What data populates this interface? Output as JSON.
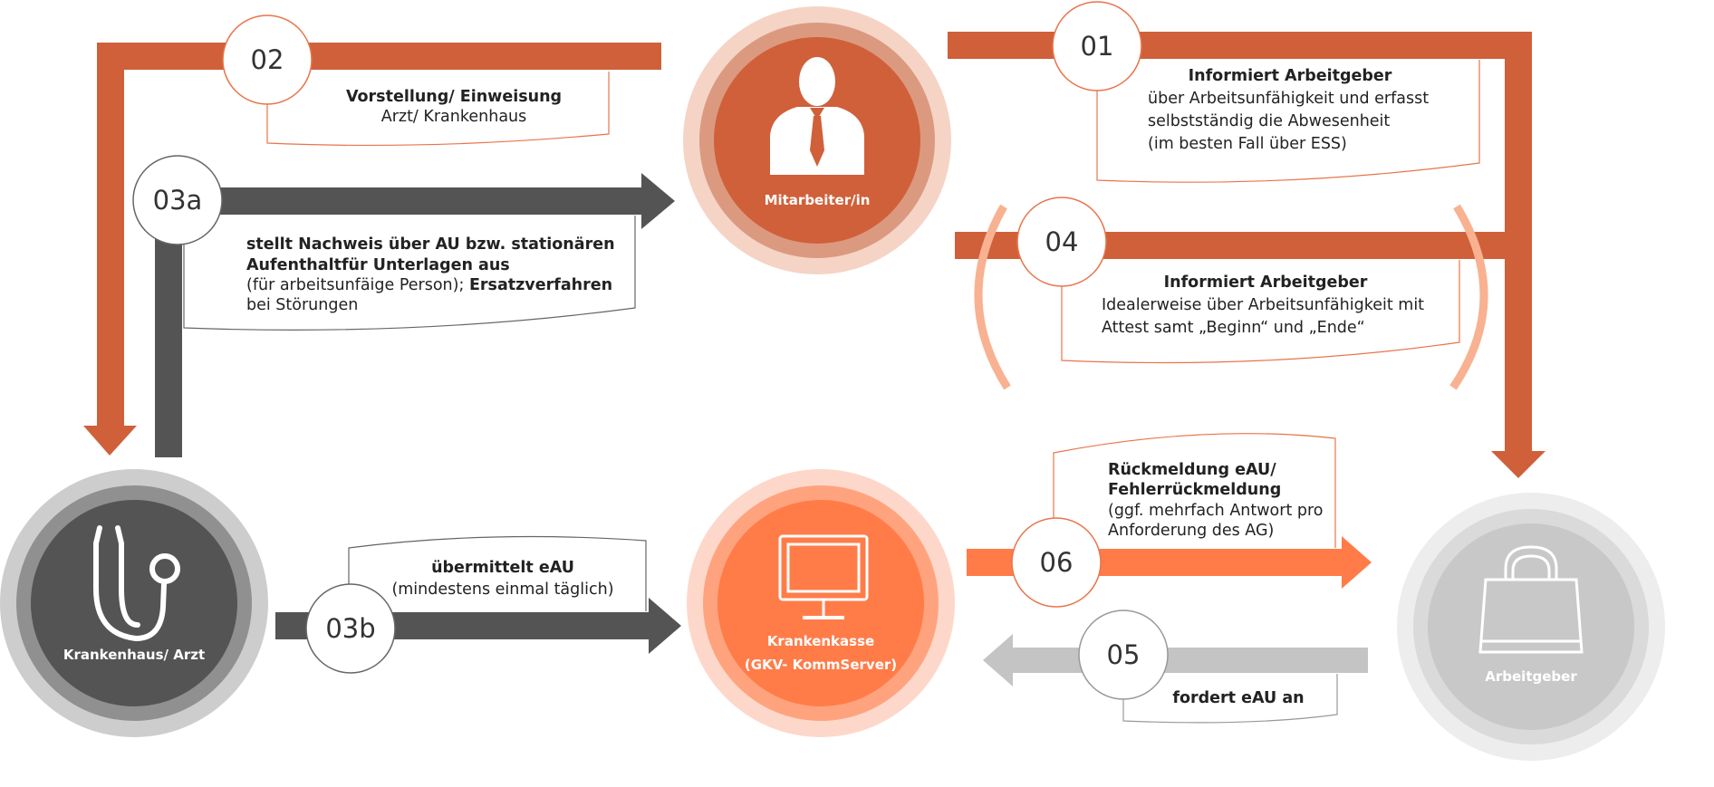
{
  "colors": {
    "orange_dark": "#D0603A",
    "orange_light": "#FF7C49",
    "gray_dark": "#545454",
    "gray_light": "#C4C4C4",
    "brackets": "#F8B291"
  },
  "nodes": {
    "employee": {
      "label": "Mitarbeiter/in",
      "icon": "businessman-icon"
    },
    "hospital": {
      "label": "Krankenhaus/ Arzt",
      "icon": "stethoscope-icon"
    },
    "insurance": {
      "label_line1": "Krankenkasse",
      "label_line2": "(GKV- KommServer)",
      "icon": "monitor-icon"
    },
    "employer": {
      "label": "Arbeitgeber",
      "icon": "briefcase-icon"
    }
  },
  "steps": {
    "s01": {
      "number": "01",
      "title": "Informiert Arbeitgeber",
      "line1": "über Arbeitsunfähigkeit und erfasst",
      "line2": "selbstständig die Abwesenheit",
      "line3": "(im besten Fall über ESS)"
    },
    "s02": {
      "number": "02",
      "title": "Vorstellung/ Einweisung",
      "line1": "Arzt/ Krankenhaus"
    },
    "s03a": {
      "number": "03a",
      "bold1": "stellt Nachweis über AU bzw. stationären",
      "bold2": "Aufenthaltfür Unterlagen aus",
      "line3_regular": "(für arbeitsunfäige Person); ",
      "line3_bold": "Ersatzverfahren",
      "line4": "bei Störungen"
    },
    "s03b": {
      "number": "03b",
      "title": "übermittelt eAU",
      "line1": "(mindestens einmal täglich)"
    },
    "s04": {
      "number": "04",
      "title": "Informiert Arbeitgeber",
      "line1": "Idealerweise über Arbeitsunfähigkeit mit",
      "line2": "Attest samt „Beginn“ und „Ende“"
    },
    "s05": {
      "number": "05",
      "title": "fordert eAU an"
    },
    "s06": {
      "number": "06",
      "title1": "Rückmeldung eAU/",
      "title2": "Fehlerrückmeldung",
      "line1": "(ggf. mehrfach Antwort pro",
      "line2": "Anforderung des AG)"
    }
  }
}
